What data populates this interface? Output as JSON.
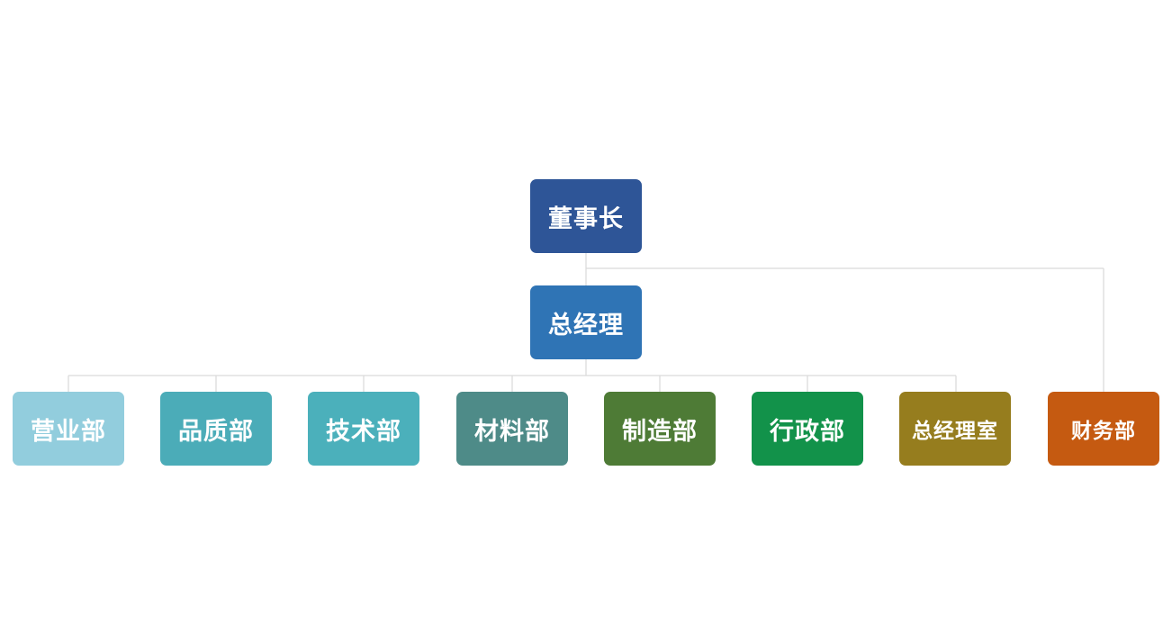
{
  "org": {
    "chairman": {
      "label": "董事长",
      "color": "#2e5597"
    },
    "general_manager": {
      "label": "总经理",
      "color": "#2f74b5"
    },
    "departments": [
      {
        "label": "营业部",
        "color": "#92cddd"
      },
      {
        "label": "品质部",
        "color": "#4bacb8"
      },
      {
        "label": "技术部",
        "color": "#4bb0bb"
      },
      {
        "label": "材料部",
        "color": "#4e8b88"
      },
      {
        "label": "制造部",
        "color": "#4e7b36"
      },
      {
        "label": "行政部",
        "color": "#12924a"
      },
      {
        "label": "总经理室",
        "color": "#967d1e"
      },
      {
        "label": "财务部",
        "color": "#c55a11"
      }
    ],
    "connector_color": "#d9d9d9"
  }
}
